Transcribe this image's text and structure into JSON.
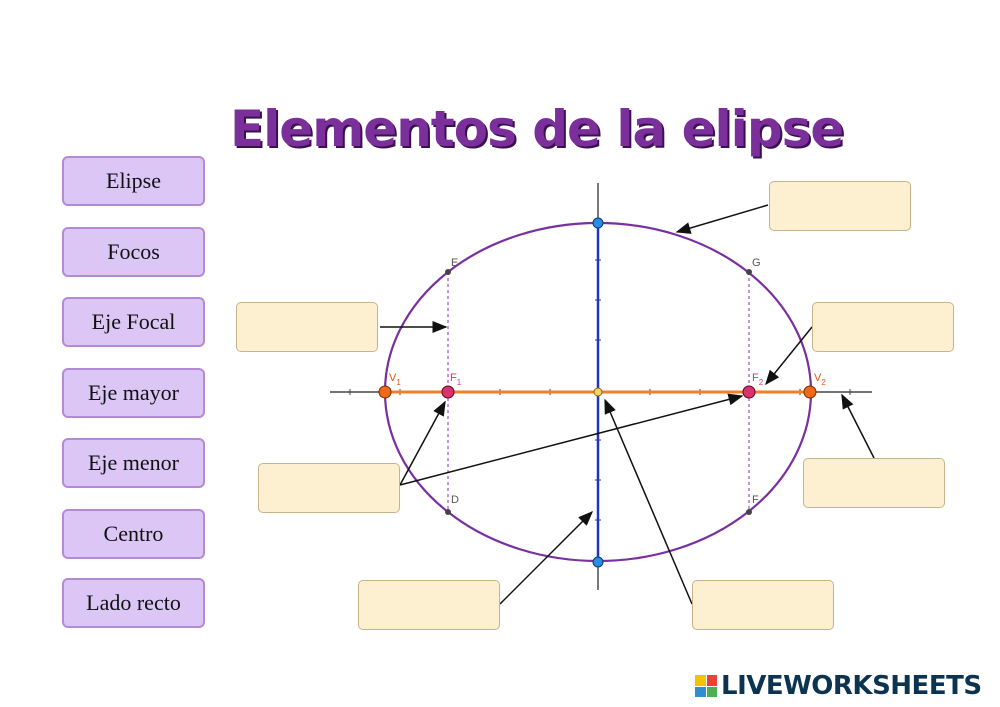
{
  "title": "Elementos de la elipse",
  "word_bank": [
    "Elipse",
    "Focos",
    "Eje Focal",
    "Eje mayor",
    "Eje menor",
    "Centro",
    "Lado recto"
  ],
  "point_labels": {
    "v1": "V",
    "v1_sub": "1",
    "f1": "F",
    "f1_sub": "1",
    "f2": "F",
    "f2_sub": "2",
    "v2": "V",
    "v2_sub": "2",
    "e": "E",
    "g": "G",
    "d": "D",
    "f": "F"
  },
  "colors": {
    "ellipse": "#7a2fa0",
    "focal_axis": "#f07f2a",
    "minor_axis": "#2233cc",
    "focus_point": "#d8336a",
    "vertex_point": "#ee6a1a",
    "minor_vertex": "#2a8ee0",
    "drop_box": "#fdf0d0",
    "word_bank": "#dcc6f6",
    "title": "#7b2f9a"
  },
  "brand": "LIVEWORKSHEETS"
}
